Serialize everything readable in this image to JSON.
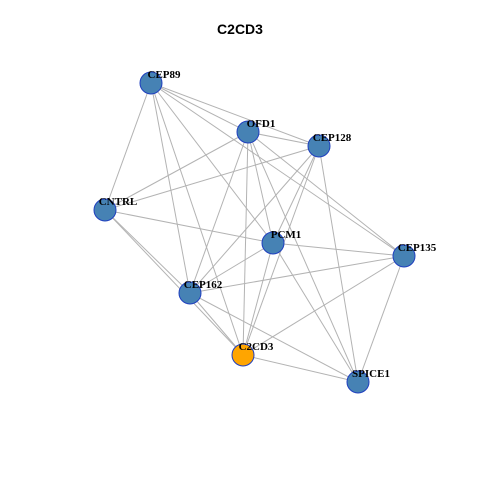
{
  "title": "C2CD3",
  "colors": {
    "node_fill": "#4682b4",
    "focus_fill": "#ffa500",
    "node_stroke": "#1f3fbf",
    "edge": "#b3b3b3"
  },
  "focus_node": "C2CD3",
  "nodes": [
    {
      "id": "CEP89",
      "label": "CEP89"
    },
    {
      "id": "OFD1",
      "label": "OFD1"
    },
    {
      "id": "CEP128",
      "label": "CEP128"
    },
    {
      "id": "CNTRL",
      "label": "CNTRL"
    },
    {
      "id": "PCM1",
      "label": "PCM1"
    },
    {
      "id": "CEP135",
      "label": "CEP135"
    },
    {
      "id": "CEP162",
      "label": "CEP162"
    },
    {
      "id": "C2CD3",
      "label": "C2CD3"
    },
    {
      "id": "SPICE1",
      "label": "SPICE1"
    }
  ],
  "edges": [
    [
      "CEP89",
      "OFD1"
    ],
    [
      "CEP89",
      "CEP128"
    ],
    [
      "CEP89",
      "CNTRL"
    ],
    [
      "CEP89",
      "PCM1"
    ],
    [
      "CEP89",
      "CEP135"
    ],
    [
      "CEP89",
      "CEP162"
    ],
    [
      "CEP89",
      "C2CD3"
    ],
    [
      "OFD1",
      "CEP128"
    ],
    [
      "OFD1",
      "CNTRL"
    ],
    [
      "OFD1",
      "PCM1"
    ],
    [
      "OFD1",
      "CEP135"
    ],
    [
      "OFD1",
      "CEP162"
    ],
    [
      "OFD1",
      "C2CD3"
    ],
    [
      "OFD1",
      "SPICE1"
    ],
    [
      "CEP128",
      "CNTRL"
    ],
    [
      "CEP128",
      "PCM1"
    ],
    [
      "CEP128",
      "CEP162"
    ],
    [
      "CEP128",
      "C2CD3"
    ],
    [
      "CEP128",
      "SPICE1"
    ],
    [
      "CNTRL",
      "PCM1"
    ],
    [
      "CNTRL",
      "CEP162"
    ],
    [
      "CNTRL",
      "C2CD3"
    ],
    [
      "PCM1",
      "CEP135"
    ],
    [
      "PCM1",
      "CEP162"
    ],
    [
      "PCM1",
      "C2CD3"
    ],
    [
      "PCM1",
      "SPICE1"
    ],
    [
      "CEP135",
      "CEP162"
    ],
    [
      "CEP135",
      "C2CD3"
    ],
    [
      "CEP135",
      "SPICE1"
    ],
    [
      "CEP162",
      "C2CD3"
    ],
    [
      "CEP162",
      "SPICE1"
    ],
    [
      "C2CD3",
      "SPICE1"
    ]
  ]
}
